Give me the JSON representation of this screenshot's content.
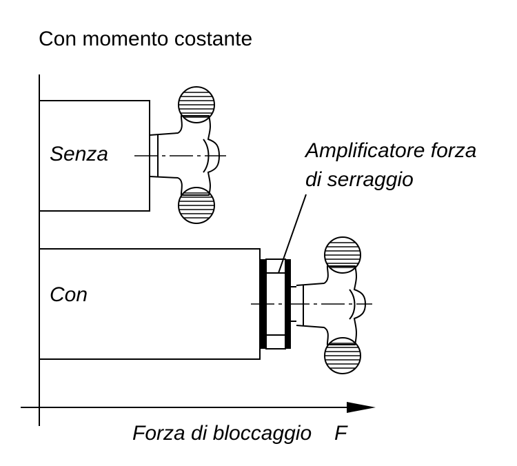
{
  "title": "Con momento costante",
  "labels": {
    "without": "Senza",
    "with": "Con",
    "amplifier_line1": "Amplificatore forza",
    "amplifier_line2": "di serraggio",
    "axis": "Forza di bloccaggio",
    "axis_symbol": "F"
  }
}
